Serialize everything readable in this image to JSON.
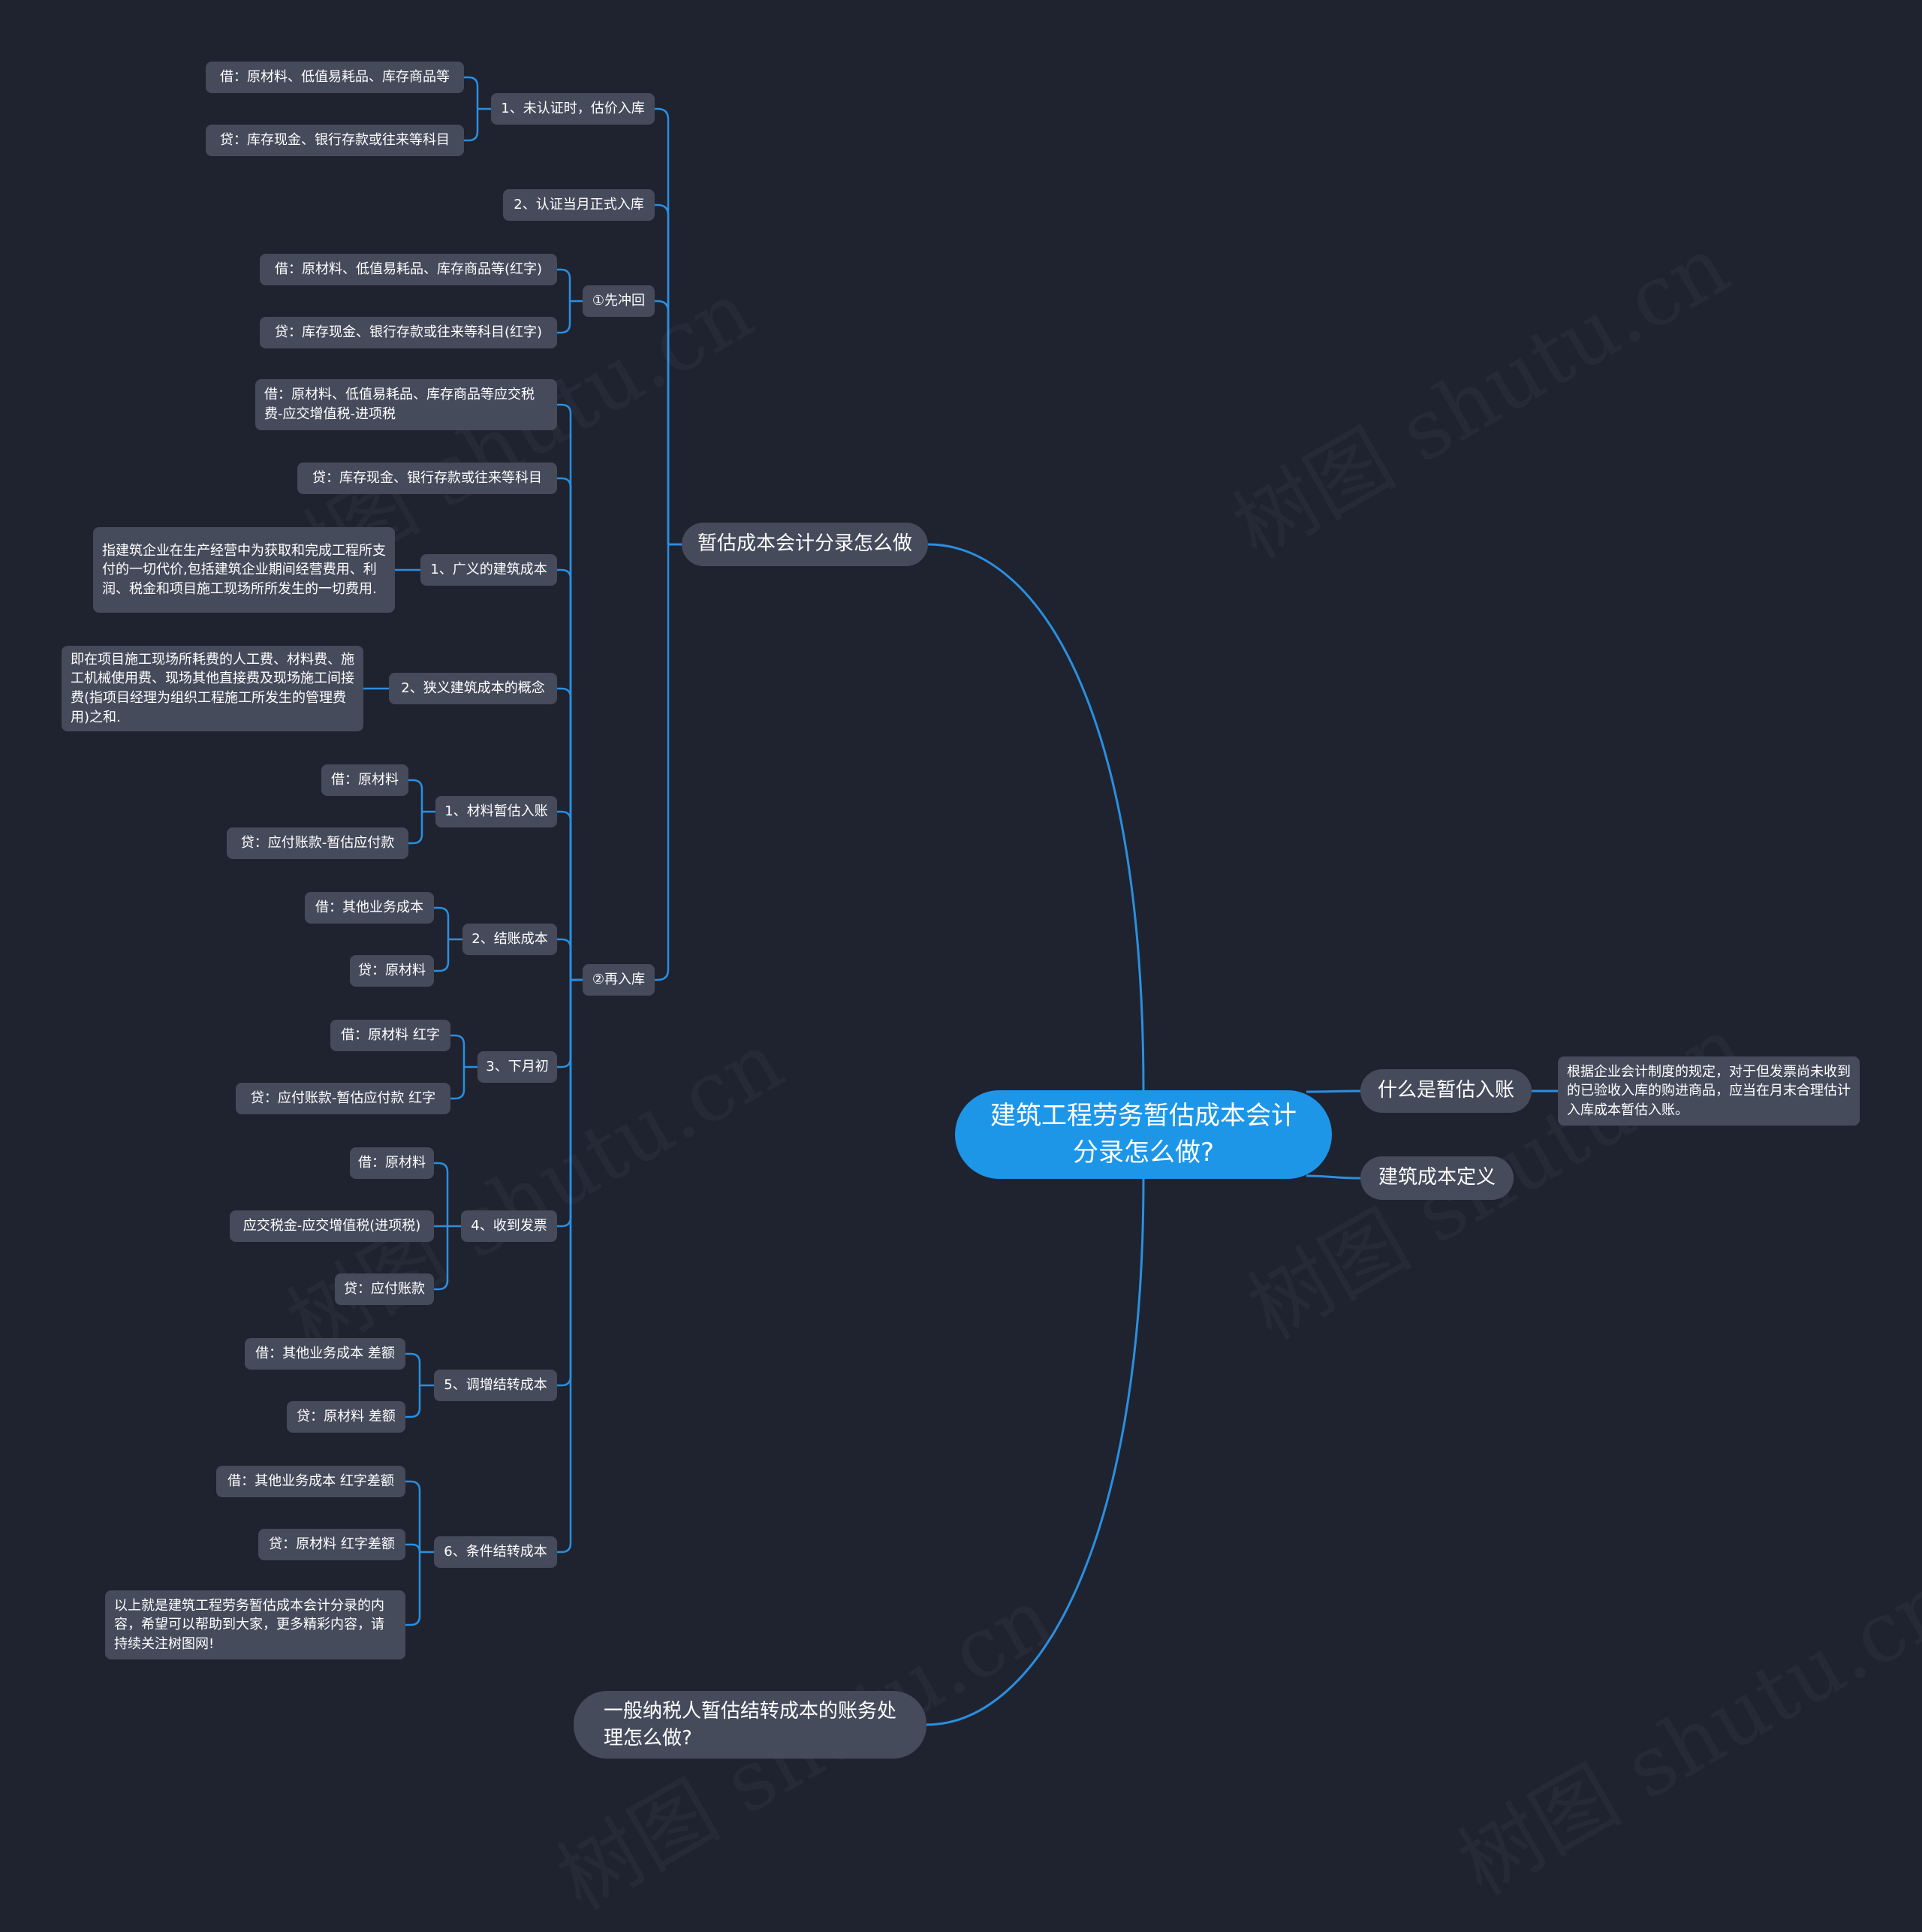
{
  "root": {
    "label": "建筑工程劳务暂估成本会计分录怎么做?"
  },
  "branches": {
    "estimate": {
      "label": "暂估成本会计分录怎么做"
    },
    "what": {
      "label": "什么是暂估入账"
    },
    "what_note": {
      "label": "根据企业会计制度的规定，对于但发票尚未收到的已验收入库的购进商品，应当在月末合理估计入库成本暂估入账。"
    },
    "definition": {
      "label": "建筑成本定义"
    },
    "general": {
      "label": "一般纳税人暂估结转成本的账务处理怎么做?"
    }
  },
  "nodes": {
    "unverified": {
      "label": "1、未认证时，估价入库"
    },
    "unverified_debit": {
      "label": "借：原材料、低值易耗品、库存商品等"
    },
    "unverified_credit": {
      "label": "贷：库存现金、银行存款或往来等科目"
    },
    "verified": {
      "label": "2、认证当月正式入库"
    },
    "reverse": {
      "label": "①先冲回"
    },
    "reverse_debit": {
      "label": "借：原材料、低值易耗品、库存商品等(红字)"
    },
    "reverse_credit": {
      "label": "贷：库存现金、银行存款或往来等科目(红字)"
    },
    "restock": {
      "label": "②再入库"
    },
    "restock_debit": {
      "label": "借：原材料、低值易耗品、库存商品等应交税费-应交增值税-进项税"
    },
    "restock_credit": {
      "label": "贷：库存现金、银行存款或往来等科目"
    },
    "broad": {
      "label": "1、广义的建筑成本"
    },
    "broad_note": {
      "label": "指建筑企业在生产经营中为获取和完成工程所支付的一切代价,包括建筑企业期间经营费用、利润、税金和项目施工现场所所发生的一切费用."
    },
    "narrow": {
      "label": "2、狭义建筑成本的概念"
    },
    "narrow_note": {
      "label": "即在项目施工现场所耗费的人工费、材料费、施工机械使用费、现场其他直接费及现场施工间接费(指项目经理为组织工程施工所发生的管理费用)之和."
    },
    "material": {
      "label": "1、材料暂估入账"
    },
    "material_debit": {
      "label": "借：原材料"
    },
    "material_credit": {
      "label": "贷：应付账款-暂估应付款"
    },
    "settle": {
      "label": "2、结账成本"
    },
    "settle_debit": {
      "label": "借：其他业务成本"
    },
    "settle_credit": {
      "label": "贷：原材料"
    },
    "nextmonth": {
      "label": "3、下月初"
    },
    "nextmonth_debit": {
      "label": "借：原材料 红字"
    },
    "nextmonth_credit": {
      "label": "贷：应付账款-暂估应付款 红字"
    },
    "invoice": {
      "label": "4、收到发票"
    },
    "invoice_debit": {
      "label": "借：原材料"
    },
    "invoice_tax": {
      "label": "应交税金-应交增值税(进项税)"
    },
    "invoice_credit": {
      "label": "贷：应付账款"
    },
    "adjust": {
      "label": "5、调增结转成本"
    },
    "adjust_debit": {
      "label": "借：其他业务成本 差额"
    },
    "adjust_credit": {
      "label": "贷：原材料 差额"
    },
    "condition": {
      "label": "6、条件结转成本"
    },
    "condition_debit": {
      "label": "借：其他业务成本 红字差额"
    },
    "condition_credit": {
      "label": "贷：原材料 红字差额"
    },
    "condition_note": {
      "label": "以上就是建筑工程劳务暂估成本会计分录的内容，希望可以帮助到大家，更多精彩内容，请持续关注树图网!"
    }
  },
  "watermark": "树图 shutu.cn",
  "colors": {
    "background": "#1f2330",
    "node": "#464b5c",
    "root": "#1d96e8",
    "edge": "#2a8fe0",
    "text": "#ffffff"
  }
}
